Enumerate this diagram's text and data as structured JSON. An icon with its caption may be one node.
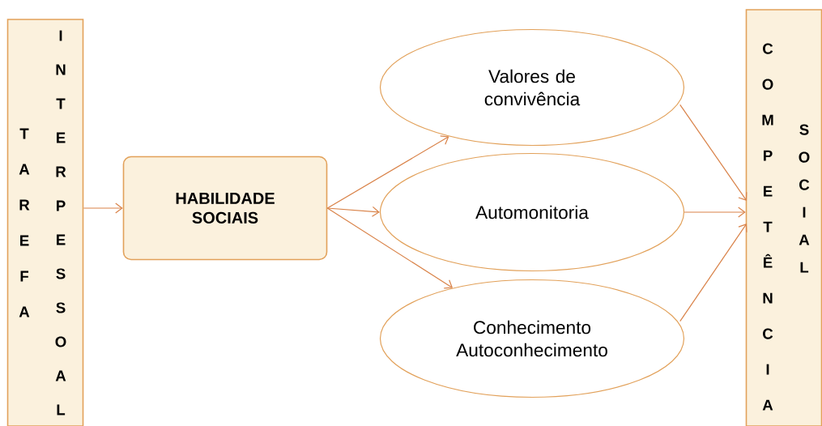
{
  "diagram": {
    "nodes": [
      {
        "text": [
          "TAREFA",
          "INTERPESSOAL"
        ]
      },
      {
        "text": [
          "HABILIDADE SOCIAIS"
        ]
      },
      {
        "text": [
          "Valores de convivência"
        ]
      },
      {
        "text": [
          "Automonitoria"
        ]
      },
      {
        "text": [
          "Conhecimento Autoconhecimento"
        ]
      },
      {
        "text": [
          "COMPETÊNCIA",
          "SOCIAL"
        ]
      }
    ],
    "edges": [
      {
        "from": 0,
        "to": 1,
        "arrow": "to"
      },
      {
        "from": 1,
        "to": 2,
        "arrow": "to"
      },
      {
        "from": 1,
        "to": 3,
        "arrow": "to"
      },
      {
        "from": 1,
        "to": 4,
        "arrow": "to"
      },
      {
        "from": 2,
        "to": 5,
        "arrow": "to"
      },
      {
        "from": 3,
        "to": 5,
        "arrow": "to"
      },
      {
        "from": 4,
        "to": 5,
        "arrow": "to"
      }
    ]
  }
}
